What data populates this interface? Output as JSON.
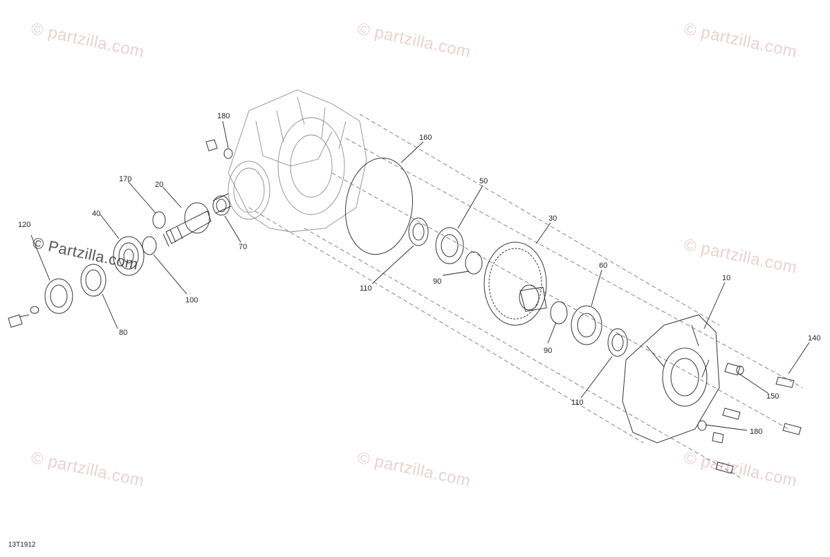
{
  "watermark": {
    "text": "© Partzilla.com",
    "lowercase_text": "© partzilla.com",
    "color": "#e9d2d2"
  },
  "callouts": {
    "c10": "10",
    "c20": "20",
    "c30": "30",
    "c40": "40",
    "c50": "50",
    "c60": "60",
    "c70": "70",
    "c80": "80",
    "c90a": "90",
    "c90b": "90",
    "c100": "100",
    "c110a": "110",
    "c110b": "110",
    "c120": "120",
    "c140": "140",
    "c150": "150",
    "c160": "160",
    "c170": "170",
    "c180a": "180",
    "c180b": "180"
  },
  "drawing_code": "13T1912"
}
